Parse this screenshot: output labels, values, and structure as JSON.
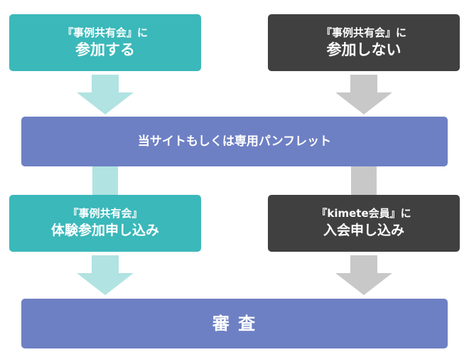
{
  "colors": {
    "teal": "#3bb8ba",
    "teal_light": "#b0e3e2",
    "dark": "#404040",
    "gray_light": "#c8c8c8",
    "blue": "#6e80c4"
  },
  "top_left": {
    "line1": "『事例共有会』に",
    "line2": "参加する"
  },
  "top_right": {
    "line1": "『事例共有会』に",
    "line2": "参加しない"
  },
  "middle": {
    "label": "当サイトもしくは専用パンフレット"
  },
  "mid_left": {
    "line1": "『事例共有会』",
    "line2": "体験参加申し込み"
  },
  "mid_right": {
    "line1": "『kimete会員』に",
    "line2": "入会申し込み"
  },
  "bottom": {
    "label": "審 査"
  }
}
